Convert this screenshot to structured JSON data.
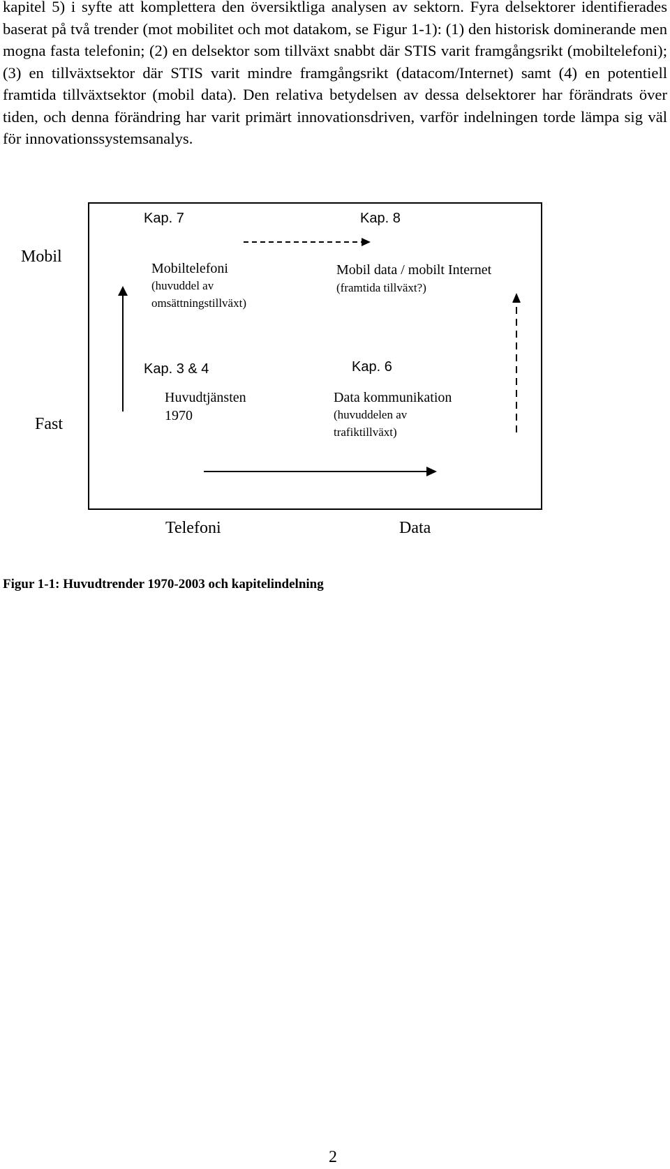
{
  "body_text": "kapitel 5) i syfte att komplettera den översiktliga analysen av sektorn. Fyra delsektorer identifierades baserat på två trender (mot mobilitet och mot datakom, se Figur 1-1): (1) den historisk dominerande men mogna fasta telefonin; (2) en delsektor som tillväxt snabbt där STIS varit framgångsrikt (mobiltelefoni); (3) en tillväxtsektor där STIS varit mindre framgångsrikt (datacom/Internet) samt (4) en potentiell framtida tillväxtsektor (mobil data). Den relativa betydelsen av dessa delsektorer har förändrats över tiden, och denna förändring har varit primärt innovationsdriven, varför indelningen torde lämpa sig väl för innovationssystemsanalys.",
  "figure": {
    "axis_labels": {
      "mobil": "Mobil",
      "fast": "Fast",
      "telefoni": "Telefoni",
      "data": "Data"
    },
    "cells": {
      "top_left": {
        "kap": "Kap. 7",
        "title": "Mobiltelefoni",
        "sub1": "(huvuddel av",
        "sub2": "omsättningstillväxt)"
      },
      "top_right": {
        "kap": "Kap. 8",
        "title": "Mobil data / mobilt Internet",
        "sub1": "(framtida tillväxt?)"
      },
      "bottom_left": {
        "kap": "Kap. 3 & 4",
        "title": "Huvudtjänsten",
        "sub1": "1970"
      },
      "bottom_right": {
        "kap": "Kap. 6",
        "title": "Data kommunikation",
        "sub1": "(huvuddelen av",
        "sub2": "trafiktillväxt)"
      }
    },
    "caption": "Figur 1-1: Huvudtrender 1970-2003 och kapitelindelning"
  },
  "page_number": "2"
}
